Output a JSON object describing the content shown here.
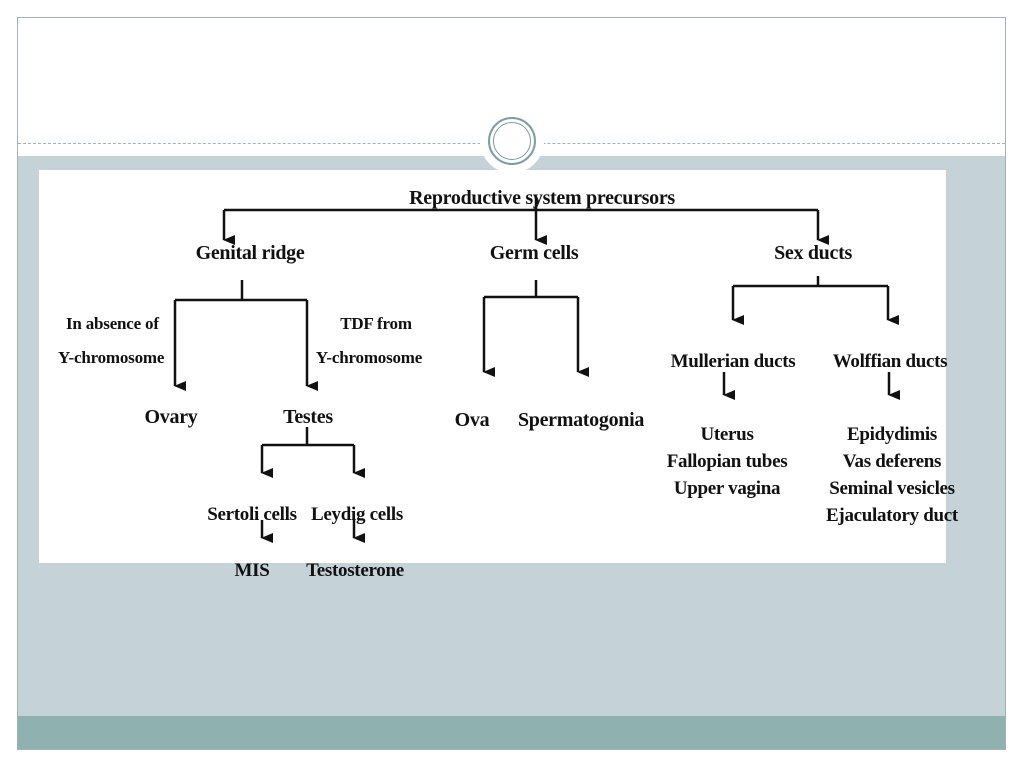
{
  "diagram": {
    "root": "Reproductive system precursors",
    "genital_ridge": {
      "label": "Genital ridge",
      "absence_note_line1": "In absence of",
      "absence_note_line2": "Y-chromosome",
      "tdf_note_line1": "TDF from",
      "tdf_note_line2": "Y-chromosome",
      "ovary": "Ovary",
      "testes": "Testes",
      "sertoli": "Sertoli cells",
      "leydig": "Leydig cells",
      "mis": "MIS",
      "testosterone": "Testosterone"
    },
    "germ_cells": {
      "label": "Germ cells",
      "ova": "Ova",
      "spermatogonia": "Spermatogonia"
    },
    "sex_ducts": {
      "label": "Sex ducts",
      "mullerian": "Mullerian ducts",
      "wolffian": "Wolffian ducts",
      "mullerian_products": [
        "Uterus",
        "Fallopian tubes",
        "Upper vagina"
      ],
      "wolffian_products": [
        "Epidydimis",
        "Vas deferens",
        "Seminal vesicles",
        "Ejaculatory duct"
      ]
    }
  }
}
